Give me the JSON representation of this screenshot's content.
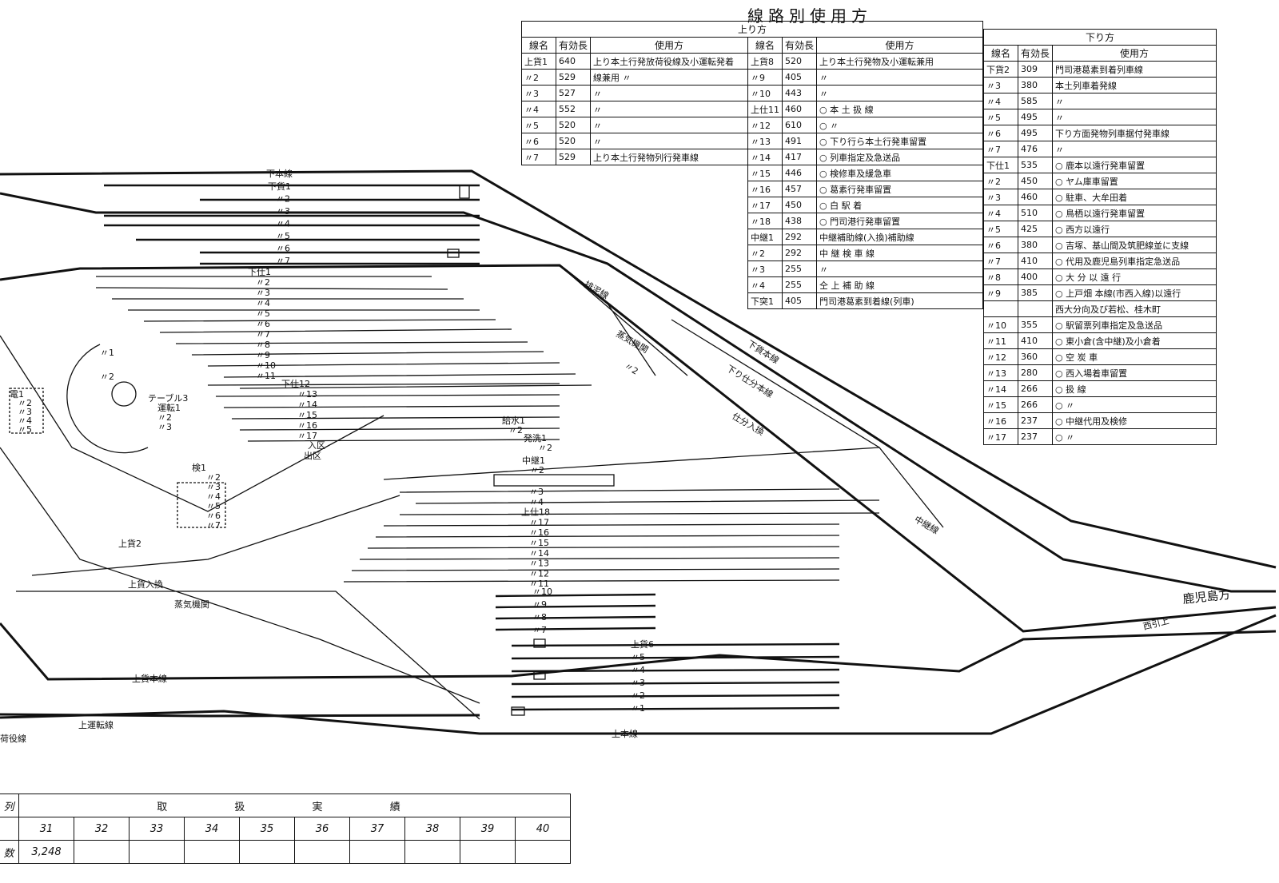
{
  "title": "線路別使用方",
  "up": {
    "heading": "上り方",
    "col_headers": [
      "線名",
      "有効長",
      "使用方"
    ],
    "left_rows": [
      {
        "name": "上貨1",
        "len": "640",
        "use": "上り本土行発放荷役線及小運転発着"
      },
      {
        "name": "〃2",
        "len": "529",
        "use": "線兼用 〃"
      },
      {
        "name": "〃3",
        "len": "527",
        "use": "〃"
      },
      {
        "name": "〃4",
        "len": "552",
        "use": "〃"
      },
      {
        "name": "〃5",
        "len": "520",
        "use": "〃"
      },
      {
        "name": "〃6",
        "len": "520",
        "use": "〃"
      },
      {
        "name": "〃7",
        "len": "529",
        "use": "上り本土行発物列行発車線"
      }
    ],
    "right_rows": [
      {
        "name": "上貨8",
        "len": "520",
        "use": "上り本土行発物及小運転兼用"
      },
      {
        "name": "〃9",
        "len": "405",
        "use": "〃"
      },
      {
        "name": "〃10",
        "len": "443",
        "use": "〃"
      },
      {
        "name": "上仕11",
        "len": "460",
        "use": "○ 本 土 扱 線"
      },
      {
        "name": "〃12",
        "len": "610",
        "use": "○ 〃"
      },
      {
        "name": "〃13",
        "len": "491",
        "use": "○ 下り行ら本土行発車留置"
      },
      {
        "name": "〃14",
        "len": "417",
        "use": "○ 列車指定及急送品"
      },
      {
        "name": "〃15",
        "len": "446",
        "use": "○ 検修車及緩急車"
      },
      {
        "name": "〃16",
        "len": "457",
        "use": "○ 葛素行発車留置"
      },
      {
        "name": "〃17",
        "len": "450",
        "use": "○ 白 駅 着"
      },
      {
        "name": "〃18",
        "len": "438",
        "use": "○ 門司港行発車留置"
      },
      {
        "name": "中継1",
        "len": "292",
        "use": "中継補助線(入換)補助線"
      },
      {
        "name": "〃2",
        "len": "292",
        "use": "中 継 検 車 線"
      },
      {
        "name": "〃3",
        "len": "255",
        "use": "〃"
      },
      {
        "name": "〃4",
        "len": "255",
        "use": "仝 上 補 助 線"
      },
      {
        "name": "下突1",
        "len": "405",
        "use": "門司港葛素到着線(列車)"
      }
    ]
  },
  "down": {
    "heading": "下り方",
    "col_headers": [
      "線名",
      "有効長",
      "使用方"
    ],
    "rows": [
      {
        "name": "下貨2",
        "len": "309",
        "use": "門司港葛素到着列車線"
      },
      {
        "name": "〃3",
        "len": "380",
        "use": "本土列車着発線"
      },
      {
        "name": "〃4",
        "len": "585",
        "use": "〃"
      },
      {
        "name": "〃5",
        "len": "495",
        "use": "〃"
      },
      {
        "name": "〃6",
        "len": "495",
        "use": "下り方面発物列車据付発車線"
      },
      {
        "name": "〃7",
        "len": "476",
        "use": "〃"
      },
      {
        "name": "下仕1",
        "len": "535",
        "use": "○ 鹿本以遠行発車留置"
      },
      {
        "name": "〃2",
        "len": "450",
        "use": "○ ヤム庫車留置"
      },
      {
        "name": "〃3",
        "len": "460",
        "use": "○ 駐車、大牟田着"
      },
      {
        "name": "〃4",
        "len": "510",
        "use": "○ 鳥栖以遠行発車留置"
      },
      {
        "name": "〃5",
        "len": "425",
        "use": "○ 西方以遠行"
      },
      {
        "name": "〃6",
        "len": "380",
        "use": "○ 吉塚、基山間及筑肥線並に支線"
      },
      {
        "name": "〃7",
        "len": "410",
        "use": "○ 代用及鹿児島列車指定急送品"
      },
      {
        "name": "〃8",
        "len": "400",
        "use": "○ 大 分 以 遠 行"
      },
      {
        "name": "〃9",
        "len": "385",
        "use": "○ 上戸畑 本線(市西入線)以遠行"
      },
      {
        "name": "",
        "len": "",
        "use": "西大分向及び若松、桂木町"
      },
      {
        "name": "〃10",
        "len": "355",
        "use": "○ 駅留票列車指定及急送品"
      },
      {
        "name": "〃11",
        "len": "410",
        "use": "○ 東小倉(含中継)及小倉着"
      },
      {
        "name": "〃12",
        "len": "360",
        "use": "○ 空 炭 車"
      },
      {
        "name": "〃13",
        "len": "280",
        "use": "○ 西入場着車留置"
      },
      {
        "name": "〃14",
        "len": "266",
        "use": "○ 扱 線"
      },
      {
        "name": "〃15",
        "len": "266",
        "use": "○ 〃"
      },
      {
        "name": "〃16",
        "len": "237",
        "use": "○ 中継代用及検修"
      },
      {
        "name": "〃17",
        "len": "237",
        "use": "○ 〃"
      }
    ]
  },
  "map_labels": {
    "down_main": "下本線",
    "down_cargo": [
      "下貨1",
      "〃2",
      "〃3",
      "〃4",
      "〃5",
      "〃6",
      "〃7"
    ],
    "down_sort": [
      "下仕1",
      "〃2",
      "〃3",
      "〃4",
      "〃5",
      "〃6",
      "〃7",
      "〃8",
      "〃9",
      "〃10",
      "〃11"
    ],
    "down_sort2": [
      "下仕12",
      "〃13",
      "〃14",
      "〃15",
      "〃16",
      "〃17"
    ],
    "entrance": "入区",
    "exit": "出区",
    "inspect": [
      "検1",
      "〃2",
      "〃3",
      "〃4",
      "〃5",
      "〃6",
      "〃7"
    ],
    "relay": [
      "中継1",
      "〃2"
    ],
    "relay_cargo": [
      "〃3",
      "〃4",
      "上仕18",
      "〃17",
      "〃16",
      "〃15",
      "〃14",
      "〃13",
      "〃12",
      "〃11"
    ],
    "up_cargo_arrows": [
      "〃10",
      "〃9",
      "〃8",
      "〃7",
      "上貨6",
      "〃5",
      "〃4",
      "〃3",
      "〃2",
      "〃1"
    ],
    "up_main": "上本線",
    "up_cargo_main": "上貨本線",
    "up_shuttle": "上運転線",
    "up_cargo_in": "上貨入換",
    "kagoshima": "鹿児島方",
    "yard_rail": "荷役線",
    "down_main_diag": "下貨本線",
    "down_sort_diag": "下り仕分本線",
    "sort_in": "仕分入換",
    "detour": "排泥線",
    "relay_line": "中継線",
    "nishijo": "西引上",
    "tab_top": [
      "給水1",
      "〃2"
    ],
    "hatsu": [
      "発洗1",
      "〃2"
    ],
    "turntable": [
      "〃1",
      "〃2",
      "テーブル3",
      "運転1",
      "〃2",
      "〃3"
    ],
    "small_left": [
      "電1",
      "〃2",
      "〃3",
      "〃4",
      "〃5"
    ],
    "karo": [
      "蒸気機関",
      "〃2"
    ],
    "up_cargo_2": "上貨2",
    "steam": "蒸気機関",
    "left_small": "荷役線"
  },
  "stats": {
    "heading": "取 扱 実 績",
    "years": [
      "31",
      "32",
      "33",
      "34",
      "35",
      "36",
      "37",
      "38",
      "39",
      "40"
    ],
    "values": [
      "3,248",
      "",
      "",
      "",
      "",
      "",
      "",
      "",
      "",
      ""
    ],
    "row_labels": [
      "列",
      "数"
    ]
  }
}
